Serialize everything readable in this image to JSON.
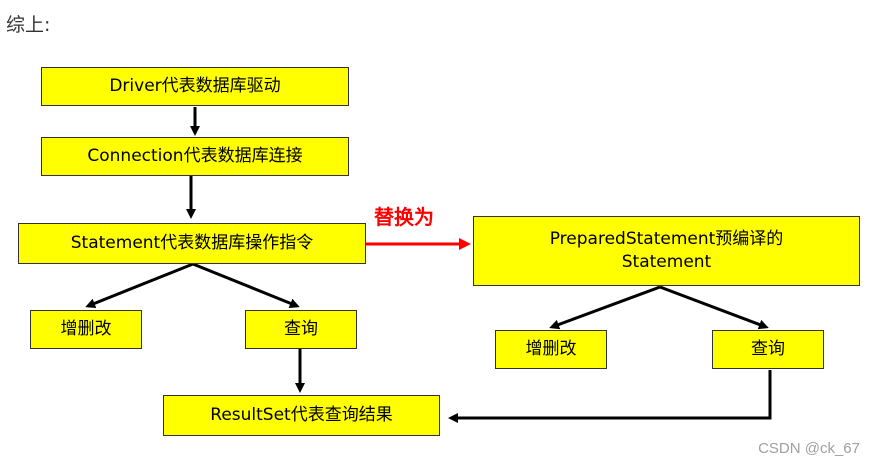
{
  "heading": "综上:",
  "nodes": {
    "driver": "Driver代表数据库驱动",
    "connection": "Connection代表数据库连接",
    "statement": "Statement代表数据库操作指令",
    "prepared_line1": "PreparedStatement预编译的",
    "prepared_line2": "Statement",
    "crud_left": "增删改",
    "query_left": "查询",
    "crud_right": "增删改",
    "query_right": "查询",
    "resultset": "ResultSet代表查询结果"
  },
  "edge_labels": {
    "replace": "替换为"
  },
  "watermark": "CSDN @ck_67",
  "colors": {
    "box_fill": "#ffff00",
    "box_border": "#333333",
    "arrow": "#000000",
    "replace_arrow": "#ff0000"
  }
}
